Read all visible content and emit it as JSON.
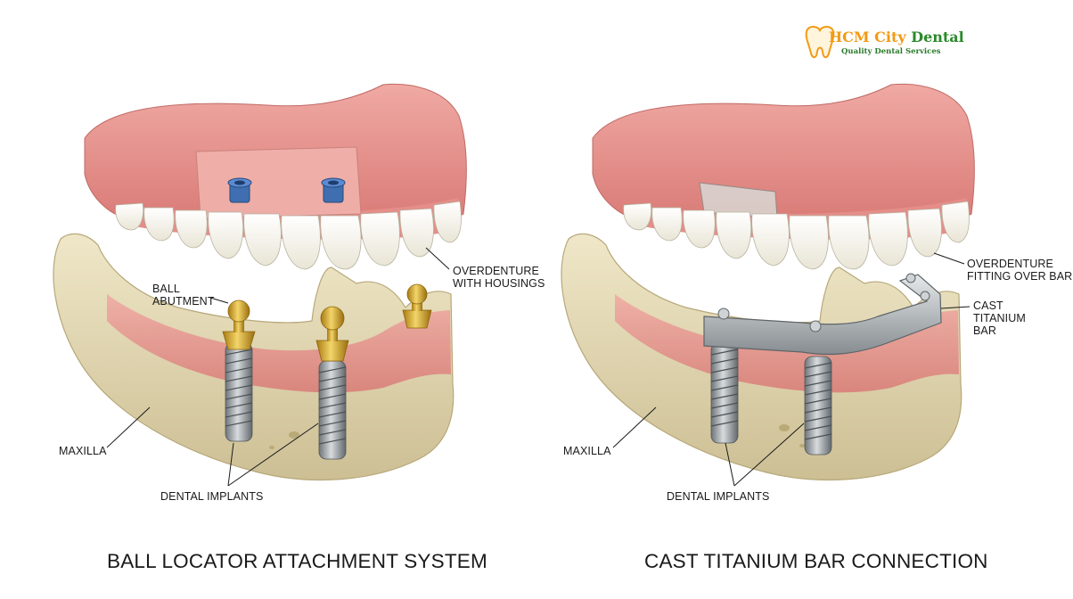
{
  "brand": {
    "name_part1": "HCM City",
    "name_part2": "Dental",
    "tagline": "Quality Dental Services",
    "color_orange": "#f29a14",
    "color_green": "#2a8a2a"
  },
  "left_panel": {
    "caption": "BALL LOCATOR ATTACHMENT SYSTEM",
    "label_ball_abutment": "BALL\nABUTMENT",
    "label_overdenture": "OVERDENTURE\nWITH HOUSINGS",
    "label_maxilla": "MAXILLA",
    "label_implants": "DENTAL IMPLANTS"
  },
  "right_panel": {
    "caption": "CAST TITANIUM BAR CONNECTION",
    "label_overdenture": "OVERDENTURE\nFITTING OVER BAR",
    "label_bar": "CAST\nTITANIUM\nBAR",
    "label_maxilla": "MAXILLA",
    "label_implants": "DENTAL IMPLANTS"
  },
  "colors": {
    "gum": "#e8908c",
    "gum_dark": "#d06f6c",
    "tooth": "#fbfaf3",
    "bone": "#e6dcb8",
    "bone_dark": "#c9bb8e",
    "gold": "#d4a82a",
    "metal": "#9ea4a8",
    "housing": "#3f6fb0"
  }
}
